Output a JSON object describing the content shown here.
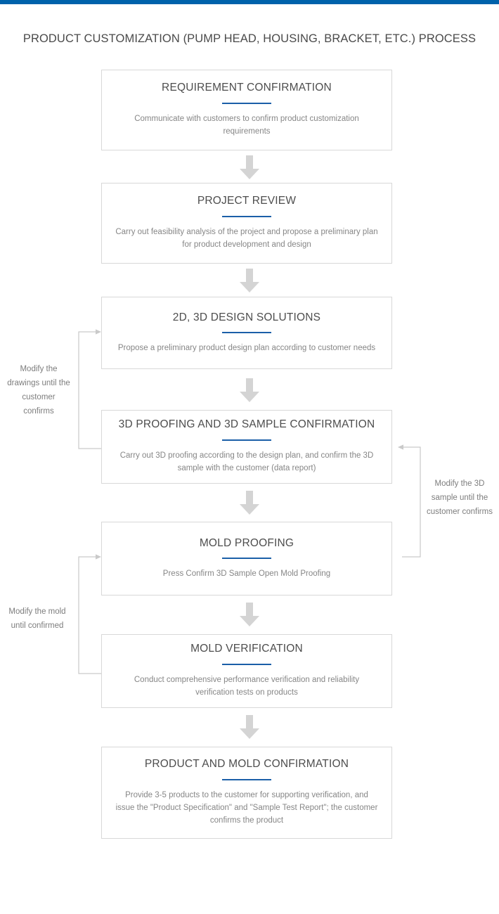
{
  "theme": {
    "top_bar_color": "#0062ab",
    "accent_rule_color": "#1b5fa8",
    "box_border_color": "#d8d8d8",
    "arrow_color": "#d4d4d4",
    "connector_color": "#c9c9c9",
    "title_text_color": "#4a4a4a",
    "body_text_color": "#868686"
  },
  "page": {
    "title": "PRODUCT CUSTOMIZATION (PUMP HEAD, HOUSING, BRACKET, ETC.) PROCESS"
  },
  "chart_data": {
    "type": "diagram",
    "subtype": "process-flowchart",
    "title": "PRODUCT CUSTOMIZATION (PUMP HEAD, HOUSING, BRACKET, ETC.) PROCESS",
    "orientation": "vertical",
    "node_count": 7,
    "nodes": [
      {
        "id": "step-1",
        "index": 1,
        "title": "REQUIREMENT CONFIRMATION",
        "description": "Communicate with customers to confirm product customization requirements"
      },
      {
        "id": "step-2",
        "index": 2,
        "title": "PROJECT REVIEW",
        "description": "Carry out feasibility analysis of the project and propose a preliminary plan for product development and design"
      },
      {
        "id": "step-3",
        "index": 3,
        "title": "2D, 3D DESIGN SOLUTIONS",
        "description": "Propose a preliminary product design plan according to customer needs"
      },
      {
        "id": "step-4",
        "index": 4,
        "title": "3D PROOFING AND 3D SAMPLE CONFIRMATION",
        "description": "Carry out 3D proofing according to the design plan, and confirm the 3D sample with the customer (data report)"
      },
      {
        "id": "step-5",
        "index": 5,
        "title": "MOLD PROOFING",
        "description": "Press Confirm 3D Sample Open Mold Proofing"
      },
      {
        "id": "step-6",
        "index": 6,
        "title": "MOLD VERIFICATION",
        "description": "Conduct comprehensive performance verification and reliability verification tests on products"
      },
      {
        "id": "step-7",
        "index": 7,
        "title": "PRODUCT AND MOLD CONFIRMATION",
        "description": "Provide 3-5 products to the customer for supporting verification, and issue the \"Product Specification\" and \"Sample Test Report\"; the customer confirms the product"
      }
    ],
    "edges": [
      {
        "from": "step-1",
        "to": "step-2",
        "kind": "down-arrow"
      },
      {
        "from": "step-2",
        "to": "step-3",
        "kind": "down-arrow"
      },
      {
        "from": "step-3",
        "to": "step-4",
        "kind": "down-arrow"
      },
      {
        "from": "step-4",
        "to": "step-5",
        "kind": "down-arrow"
      },
      {
        "from": "step-5",
        "to": "step-6",
        "kind": "down-arrow"
      },
      {
        "from": "step-6",
        "to": "step-7",
        "kind": "down-arrow"
      },
      {
        "from": "step-4",
        "to": "step-3",
        "kind": "feedback-loop",
        "side": "left",
        "label": "Modify the drawings until the customer confirms"
      },
      {
        "from": "step-5",
        "to": "step-4",
        "kind": "feedback-loop",
        "side": "right",
        "label": "Modify the 3D sample until the customer confirms"
      },
      {
        "from": "step-6",
        "to": "step-5",
        "kind": "feedback-loop",
        "side": "left",
        "label": "Modify the mold until confirmed"
      }
    ]
  },
  "loops": {
    "drawings": {
      "label": "Modify the drawings until the customer confirms"
    },
    "sample": {
      "label": "Modify the 3D sample until the customer confirms"
    },
    "mold": {
      "label": "Modify the mold until confirmed"
    }
  }
}
